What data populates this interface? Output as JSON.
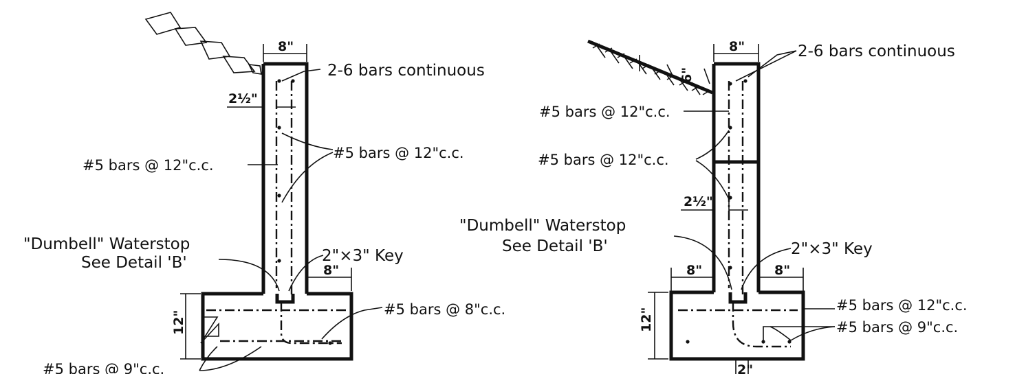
{
  "left_detail": {
    "top_width": "8\"",
    "cover": "2½\"",
    "top_bars": "2-6 bars continuous",
    "inner_bars": "#5 bars @ 12\"c.c.",
    "outer_bars": "#5 bars @ 12\"c.c.",
    "waterstop_line1": "\"Dumbell\"   Waterstop",
    "waterstop_line2": "See Detail 'B'",
    "key": "2\"×3\" Key",
    "toe_width": "8\"",
    "footing_height": "12\"",
    "footing_bars_top": "#5 bars @ 8\"c.c.",
    "footing_bars_bottom": "#5 bars @ 9\"c.c."
  },
  "right_detail": {
    "top_width": "8\"",
    "slope_dim": "6\"",
    "top_bars": "2-6 bars continuous",
    "upper_bars": "#5 bars @ 12\"c.c.",
    "lower_bars": "#5 bars @ 12\"c.c.",
    "cover": "2½\"",
    "waterstop_line1": "\"Dumbell\"   Waterstop",
    "waterstop_line2": "See Detail 'B'",
    "key": "2\"×3\" Key",
    "heel_width": "8\"",
    "toe_width": "8\"",
    "footing_height": "12\"",
    "footing_bars_top": "#5 bars @ 12\"c.c.",
    "footing_bars_bottom": "#5 bars @ 9\"c.c.",
    "bottom_dim": "2\""
  }
}
